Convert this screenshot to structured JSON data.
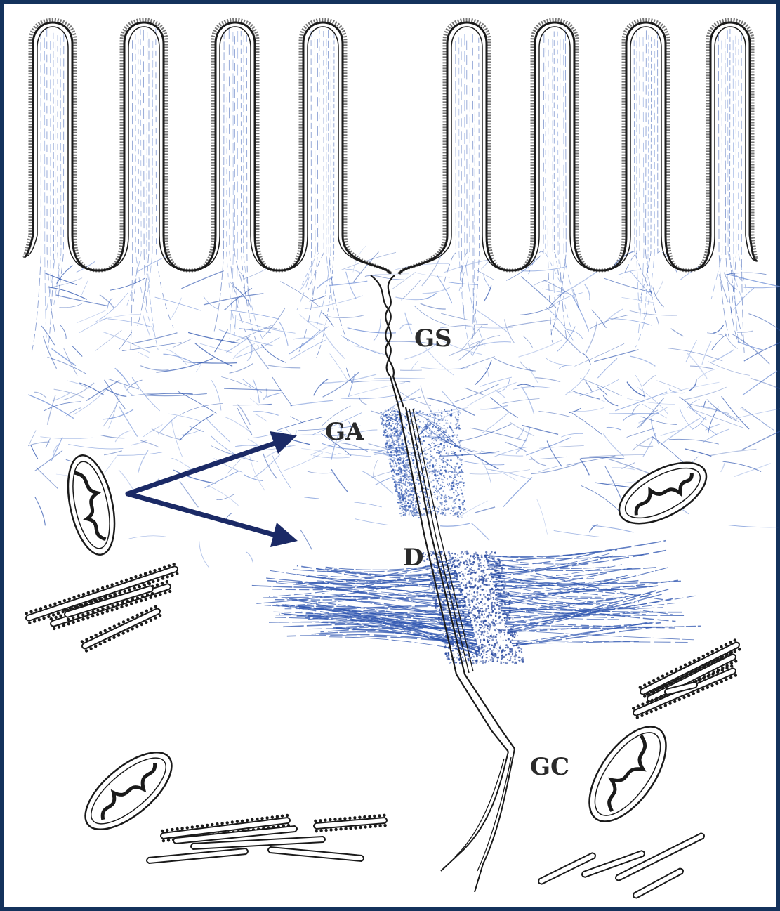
{
  "labels": {
    "gs": "GS",
    "ga": "GA",
    "d": "D",
    "gc": "GC"
  },
  "colors": {
    "frame": "#14325c",
    "filament": "#2f56b0",
    "filament_light": "#6f8fd6",
    "arrow": "#1b2a66",
    "outline": "#1a1a1a"
  }
}
